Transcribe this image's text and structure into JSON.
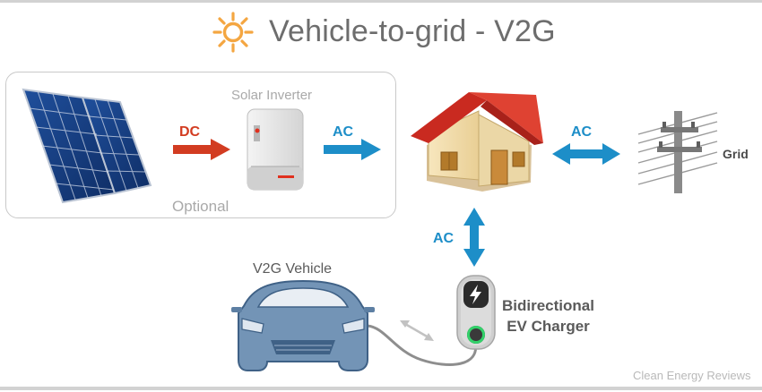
{
  "title": "Vehicle-to-grid - V2G",
  "labels": {
    "solar_inverter": "Solar Inverter",
    "optional": "Optional",
    "dc": "DC",
    "ac_inverter": "AC",
    "ac_grid": "AC",
    "ac_charger": "AC",
    "grid": "Grid",
    "vehicle": "V2G Vehicle",
    "charger_line1": "Bidirectional",
    "charger_line2": "EV Charger"
  },
  "watermark": "Clean Energy Reviews",
  "icons": [
    "sun-icon",
    "solar-panel-icon",
    "inverter-icon",
    "house-icon",
    "grid-pole-icon",
    "car-icon",
    "ev-charger-icon",
    "lightning-bolt-icon"
  ],
  "colors": {
    "dc_arrow": "#d23c21",
    "ac_arrow": "#1d8ec8",
    "sun": "#f4a641",
    "roof": "#d6372a",
    "car": "#6f91b3"
  }
}
